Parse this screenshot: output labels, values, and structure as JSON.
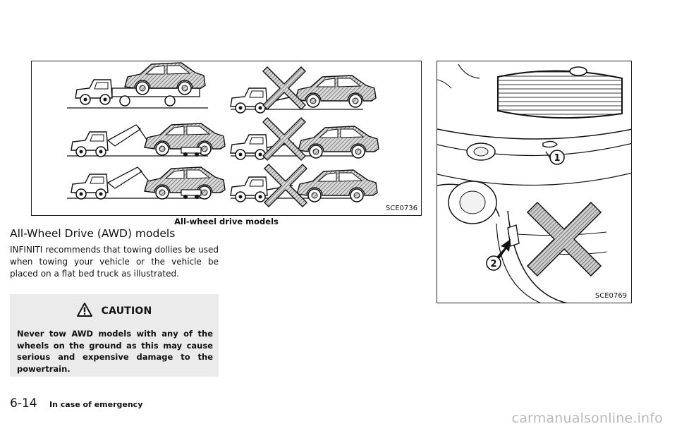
{
  "figures": {
    "left": {
      "code": "SCE0736",
      "caption": "All-wheel drive models"
    },
    "right": {
      "code": "SCE0769",
      "callouts": [
        "1",
        "2"
      ]
    }
  },
  "section": {
    "title": "All-Wheel Drive (AWD) models",
    "body": "INFINITI recommends that towing dollies be used when towing your vehicle or the vehicle be placed on a flat bed truck as illustrated."
  },
  "caution": {
    "title": "CAUTION",
    "text": "Never tow AWD models with any of the wheels on the ground as this may cause serious and expensive damage to the powertrain.",
    "icon": "warning-triangle-icon"
  },
  "footer": {
    "page_number": "6-14",
    "chapter": "In case of emergency",
    "watermark": "carmanualsonline.info"
  },
  "colors": {
    "hatch": "#888888",
    "caution_bg": "#ebebeb",
    "watermark": "#b9b9b9"
  }
}
